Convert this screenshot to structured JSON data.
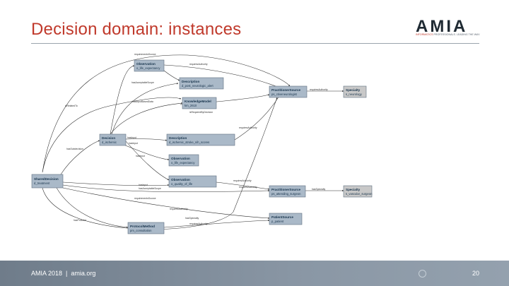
{
  "header": {
    "title": "Decision domain: instances",
    "logo_word": "AMIA",
    "logo_tagline_accent": "INFORMATICS",
    "logo_tagline_rest": "PROFESSIONALS. LEADING THE WAY."
  },
  "footer": {
    "org": "AMIA 2018",
    "separator": "|",
    "site": "amia.org",
    "page_number": "20"
  },
  "nodes": [
    {
      "key": "obs1",
      "name": "Observation",
      "id": "o_life_expectancy"
    },
    {
      "key": "desc1",
      "name": "Description",
      "id": "d_post_neurologic_alert"
    },
    {
      "key": "know",
      "name": "KnowledgeModel",
      "id": "km_2610"
    },
    {
      "key": "pract1",
      "name": "PractitionerSource",
      "id": "ps_ctiveneurologist"
    },
    {
      "key": "spec1",
      "name": "Specialty",
      "id": "s_neurology"
    },
    {
      "key": "decision",
      "name": "Decision",
      "id": "d_ischemic"
    },
    {
      "key": "desc2",
      "name": "Description",
      "id": "d_ischemic_stroke_nih_scores"
    },
    {
      "key": "obs2",
      "name": "Observation",
      "id": "o_life_expectancy"
    },
    {
      "key": "obs3",
      "name": "Observation",
      "id": "o_quality_of_life"
    },
    {
      "key": "shared",
      "name": "SharedDecision",
      "id": "d_treatment"
    },
    {
      "key": "pract2",
      "name": "PractitionerSource",
      "id": "ps_attending_surgeon"
    },
    {
      "key": "spec2",
      "name": "Specialty",
      "id": "s_vascular_surgeon"
    },
    {
      "key": "patient",
      "name": "PatientSource",
      "id": "p_patient"
    },
    {
      "key": "proto",
      "name": "ProtocolMethod",
      "id": "pm_consultation"
    }
  ],
  "edge_labels": {
    "e1": "requirementsSource",
    "e2": "requiresAuthority",
    "e3": "hasAcceptableScope",
    "e4": "isRelatedTo",
    "e5": "hasInputBasedData",
    "e6": "isRequiredByDecision",
    "e7": "requiresAuthority",
    "e8": "requiresAuthority",
    "e9": "hasInput",
    "e10": "hasInput",
    "e11": "hasInput",
    "e12": "hasSubdecision",
    "e13": "hasAcceptableScope",
    "e14": "requiresAuthority",
    "e15": "hasInput",
    "e16": "requiresAuthority",
    "e17": "hasSpecialty",
    "e18": "requirementsSource",
    "e19": "requiresAuthority",
    "e20": "hasProtocol",
    "e21": "hasSpecialty",
    "e22": "requiresAuthority"
  }
}
